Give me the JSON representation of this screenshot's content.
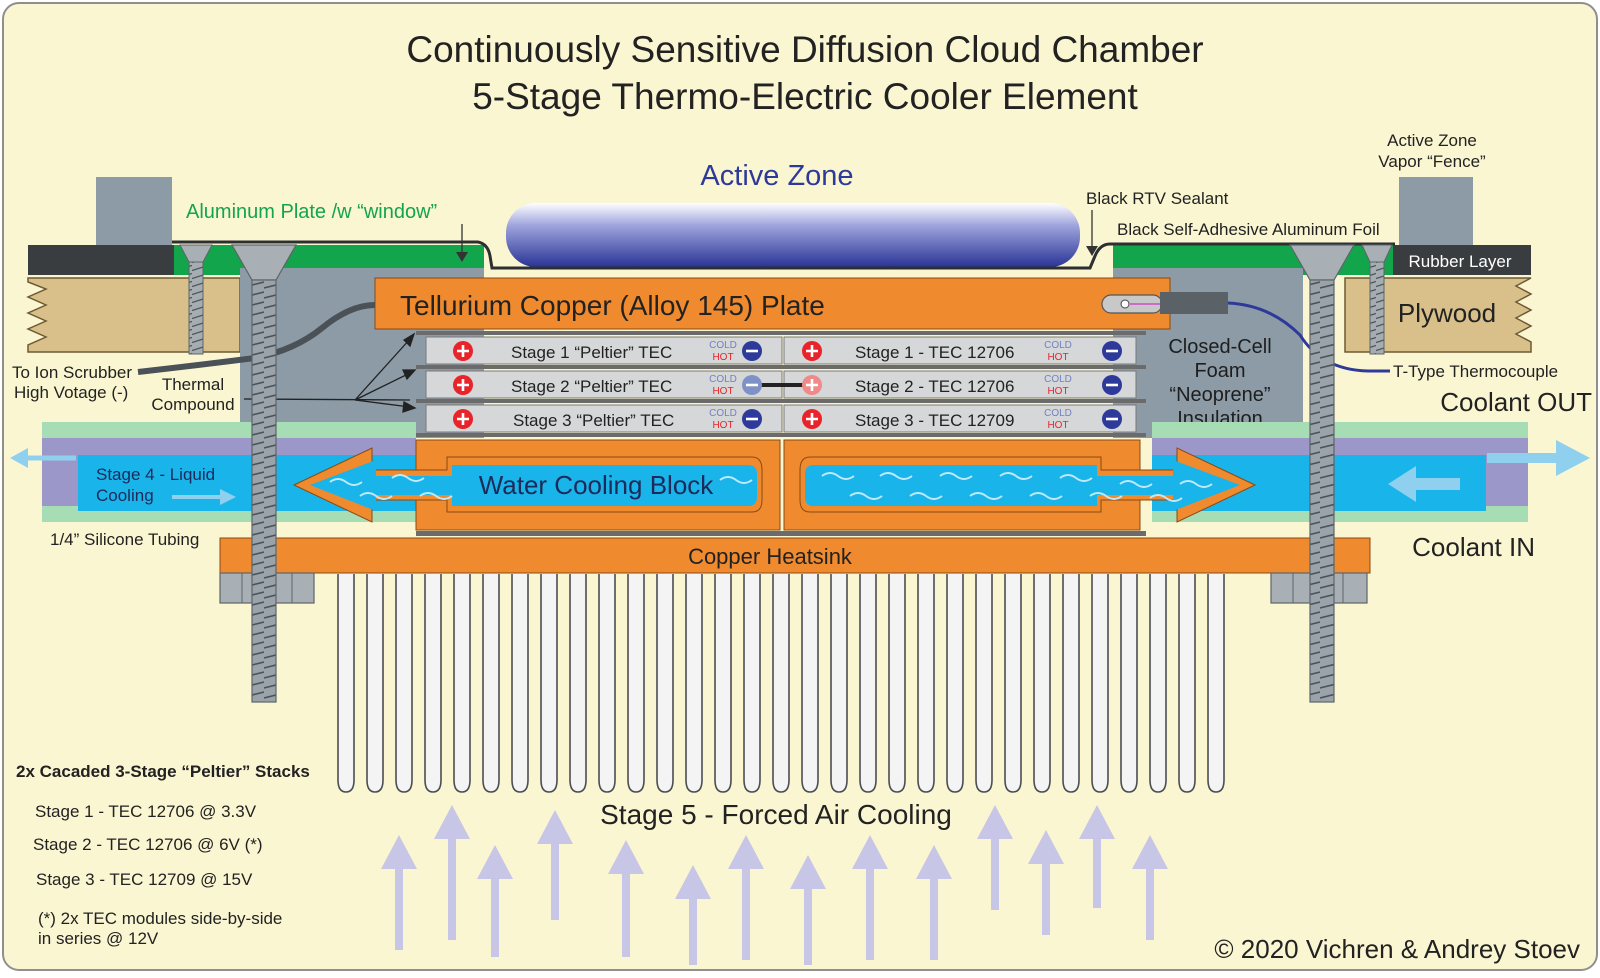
{
  "title_line1": "Continuously Sensitive Diffusion Cloud Chamber",
  "title_line2": "5-Stage Thermo-Electric Cooler Element",
  "labels": {
    "active_zone": "Active Zone",
    "fence_line1": "Active Zone",
    "fence_line2": "Vapor “Fence”",
    "aluminum_plate": "Aluminum Plate /w “window”",
    "rtv_sealant": "Black RTV Sealant",
    "aluminum_foil": "Black Self-Adhesive Aluminum Foil",
    "rubber_layer": "Rubber Layer",
    "plywood": "Plywood",
    "tellurium_plate": "Tellurium Copper (Alloy 145) Plate",
    "ion_scrubber_line1": "To Ion Scrubber",
    "ion_scrubber_line2": "High Votage (-)",
    "thermal_line1": "Thermal",
    "thermal_line2": "Compound",
    "foam_line1": "Closed-Cell",
    "foam_line2": "Foam",
    "foam_line3": "“Neoprene”",
    "foam_line4": "Insulation",
    "thermocouple": "T-Type Thermocouple",
    "coolant_out": "Coolant OUT",
    "coolant_in": "Coolant IN",
    "stage4_line1": "Stage 4 - Liquid",
    "stage4_line2": "Cooling",
    "water_block": "Water Cooling Block",
    "silicone_tubing": "1/4” Silicone Tubing",
    "copper_heatsink": "Copper Heatsink",
    "stage5": "Stage 5 - Forced Air Cooling",
    "cold": "COLD",
    "hot": "HOT",
    "copyright": "© 2020 Vichren & Andrey Stoev"
  },
  "tec_stages": [
    {
      "left": "Stage 1 “Peltier” TEC",
      "right": "Stage 1 - TEC 12706"
    },
    {
      "left": "Stage 2 “Peltier” TEC",
      "right": "Stage 2 - TEC 12706"
    },
    {
      "left": "Stage 3 “Peltier” TEC",
      "right": "Stage 3 - TEC 12709"
    }
  ],
  "notes": {
    "heading": "2x Cacaded 3-Stage “Peltier” Stacks",
    "line1": "Stage 1 - TEC 12706 @ 3.3V",
    "line2": "Stage 2 - TEC 12706 @ 6V (*)",
    "line3": "Stage 3 - TEC 12709 @ 15V",
    "line4": "(*) 2x TEC modules side-by-side",
    "line5": "in series @ 12V"
  },
  "colors": {
    "background": "#fbf6d2",
    "copper": "#f08a2e",
    "green": "#13a54b",
    "steel": "#8e9aa3",
    "plywood": "#d9c08a",
    "water": "#18b4ea",
    "coolant_arrow": "#8fd0ef",
    "air_arrow": "#c8c6e6",
    "active_zone": "#2e3a9a"
  }
}
